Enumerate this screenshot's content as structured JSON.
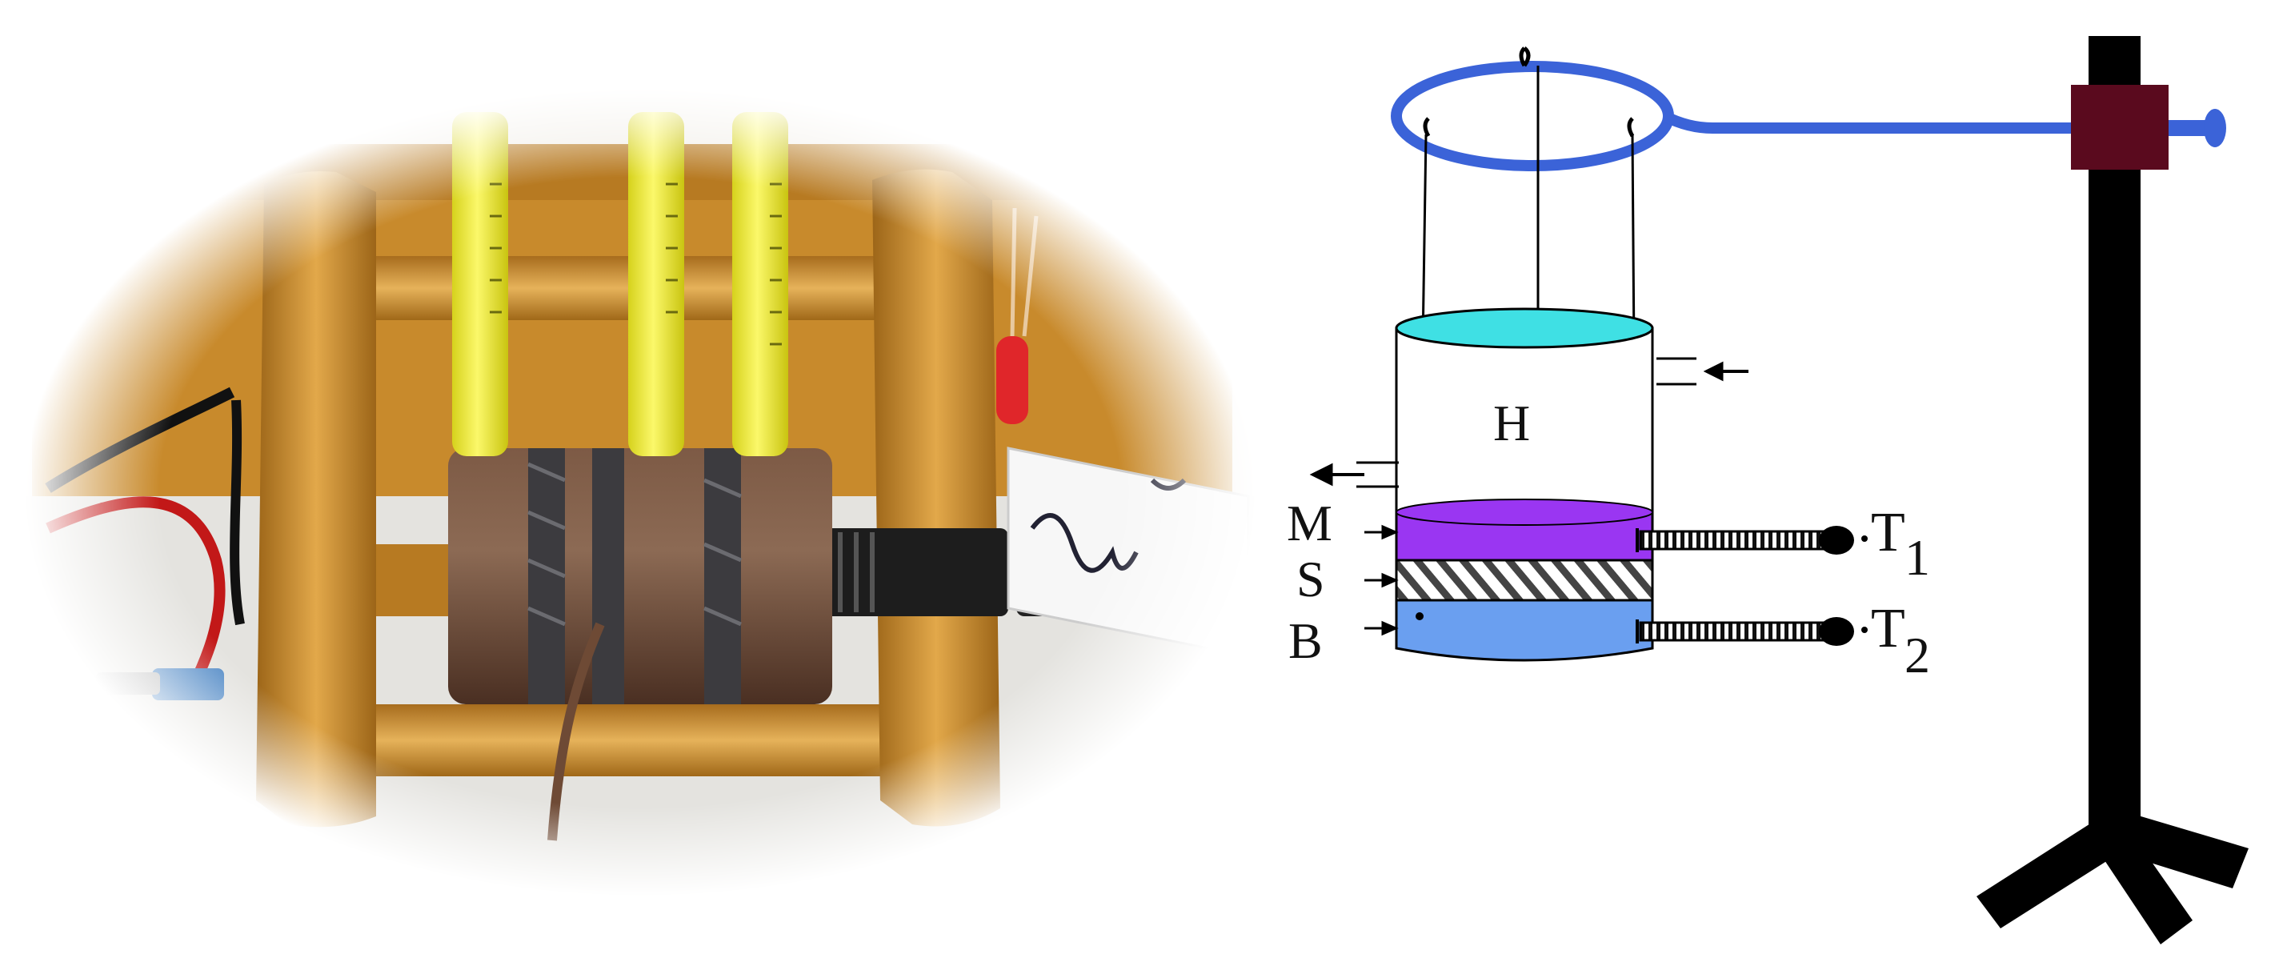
{
  "diagram": {
    "labels": {
      "heater": "H",
      "middle_disc": "M",
      "sample": "S",
      "base_disc": "B",
      "thermometer_1": "T",
      "thermometer_1_sub": "1",
      "thermometer_2": "T",
      "thermometer_2_sub": "2"
    }
  },
  "colors": {
    "ring_and_rod": "#3b63d8",
    "clamp": "#5a0a1e",
    "stand": "#000000",
    "heater_top": "#3fe0e4",
    "middle_disc": "#9a36f2",
    "base_disc": "#6a9ff0",
    "photo_wood": "#c98d2e",
    "photo_copper": "#6e4a35",
    "photo_thermometer": "#f2ef3b"
  },
  "icons": [
    "arrow-left-icon",
    "thermometer-icon"
  ]
}
